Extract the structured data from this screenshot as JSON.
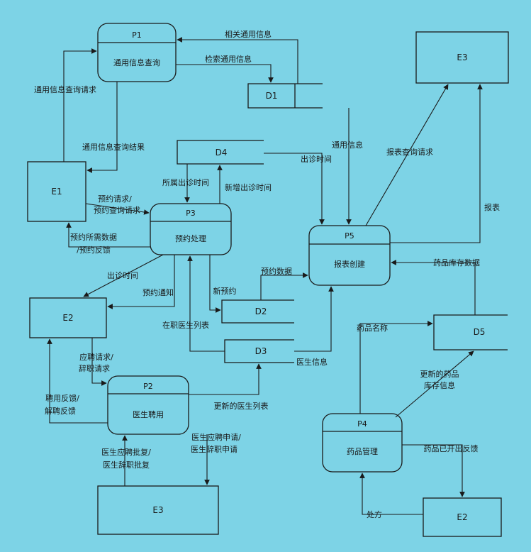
{
  "colors": {
    "background": "#7dd3e6",
    "ink": "#1a1a1a"
  },
  "processes": {
    "p1": {
      "id": "P1",
      "name": "通用信息查询"
    },
    "p2": {
      "id": "P2",
      "name": "医生聘用"
    },
    "p3": {
      "id": "P3",
      "name": "预约处理"
    },
    "p4": {
      "id": "P4",
      "name": "药品管理"
    },
    "p5": {
      "id": "P5",
      "name": "报表创建"
    }
  },
  "entities": {
    "e1": "E1",
    "e2a": "E2",
    "e2b": "E2",
    "e3a": "E3",
    "e3b": "E3"
  },
  "stores": {
    "d1": "D1",
    "d2": "D2",
    "d3": "D3",
    "d4": "D4",
    "d5": "D5"
  },
  "flows": {
    "related_info": "相关通用信息",
    "retrieve_info": "检索通用信息",
    "query_request": "通用信息查询请求",
    "query_result": "通用信息查询结果",
    "general_info": "通用信息",
    "visit_time_d4": "出诊时间",
    "report_query": "报表查询请求",
    "belong_visit_time": "所属出诊时间",
    "new_visit_time": "新增出诊时间",
    "booking_req_1": "预约请求/",
    "booking_req_2": "预约查询请求",
    "booking_data_1": "预约所需数据",
    "booking_data_2": "/预约反馈",
    "report": "报表",
    "visit_time_e2": "出诊时间",
    "booking_notice": "预约通知",
    "new_booking": "新预约",
    "booking_data": "预约数据",
    "drug_stock": "药品库存数据",
    "doctor_list": "在职医生列表",
    "drug_name": "药品名称",
    "apply_1": "应聘请求/",
    "apply_2": "辞职请求",
    "doctor_info": "医生信息",
    "hire_fb_1": "聘用反馈/",
    "hire_fb_2": "解聘反馈",
    "updated_doctors": "更新的医生列表",
    "updated_stock_1": "更新的药品",
    "updated_stock_2": "库存信息",
    "doc_req_1": "医生应聘申请/",
    "doc_req_2": "医生辞职申请",
    "approve_1": "医生应聘批复/",
    "approve_2": "医生辞职批复",
    "drug_feedback": "药品已开出反馈",
    "prescription": "处方"
  }
}
